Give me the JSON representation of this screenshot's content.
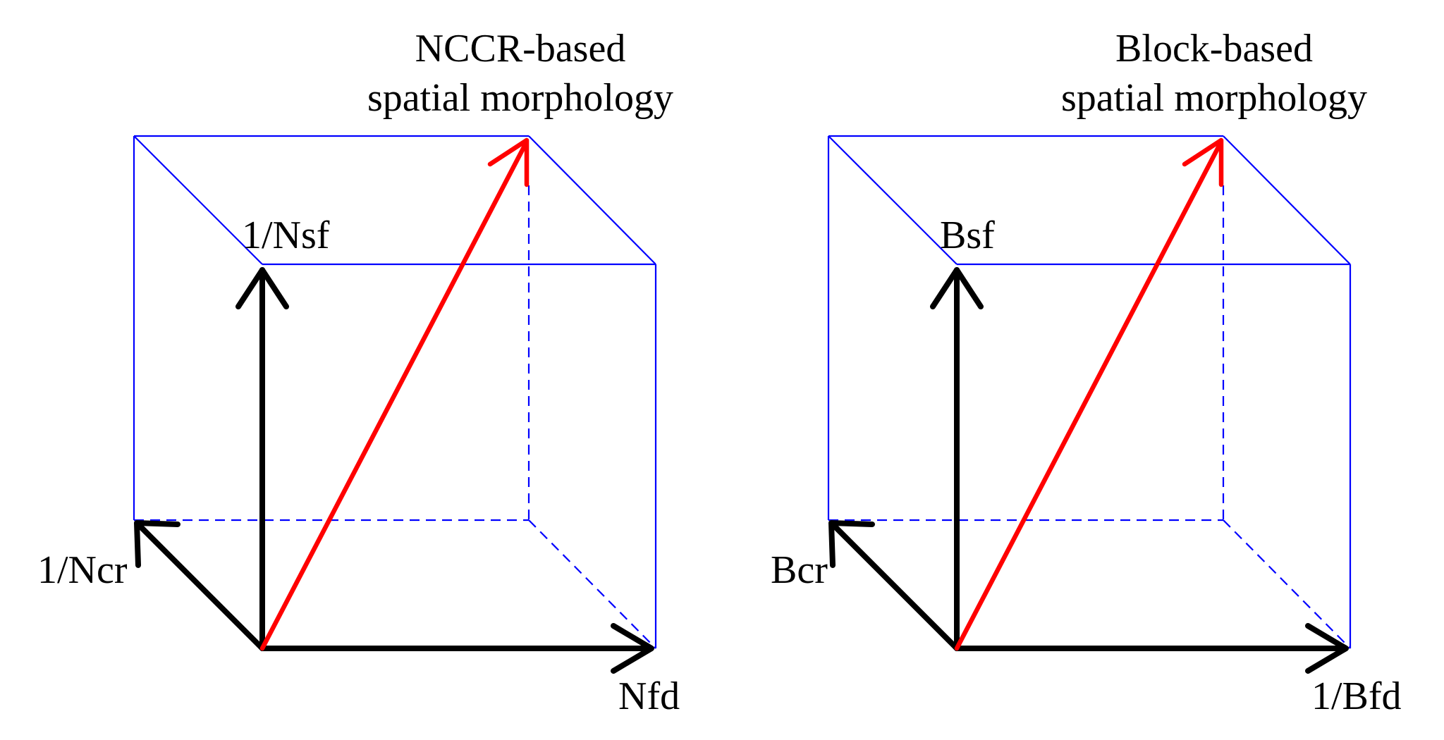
{
  "colors": {
    "cube": "#0000ff",
    "axes": "#000000",
    "vector": "#ff0000"
  },
  "panels": [
    {
      "title_line1": "NCCR-based",
      "title_line2": "spatial morphology",
      "vertical_axis_label": "1/Nsf",
      "depth_axis_label": "1/Ncr",
      "horizontal_axis_label": "Nfd"
    },
    {
      "title_line1": "Block-based",
      "title_line2": "spatial morphology",
      "vertical_axis_label": "Bsf",
      "depth_axis_label": "Bcr",
      "horizontal_axis_label": "1/Bfd"
    }
  ]
}
